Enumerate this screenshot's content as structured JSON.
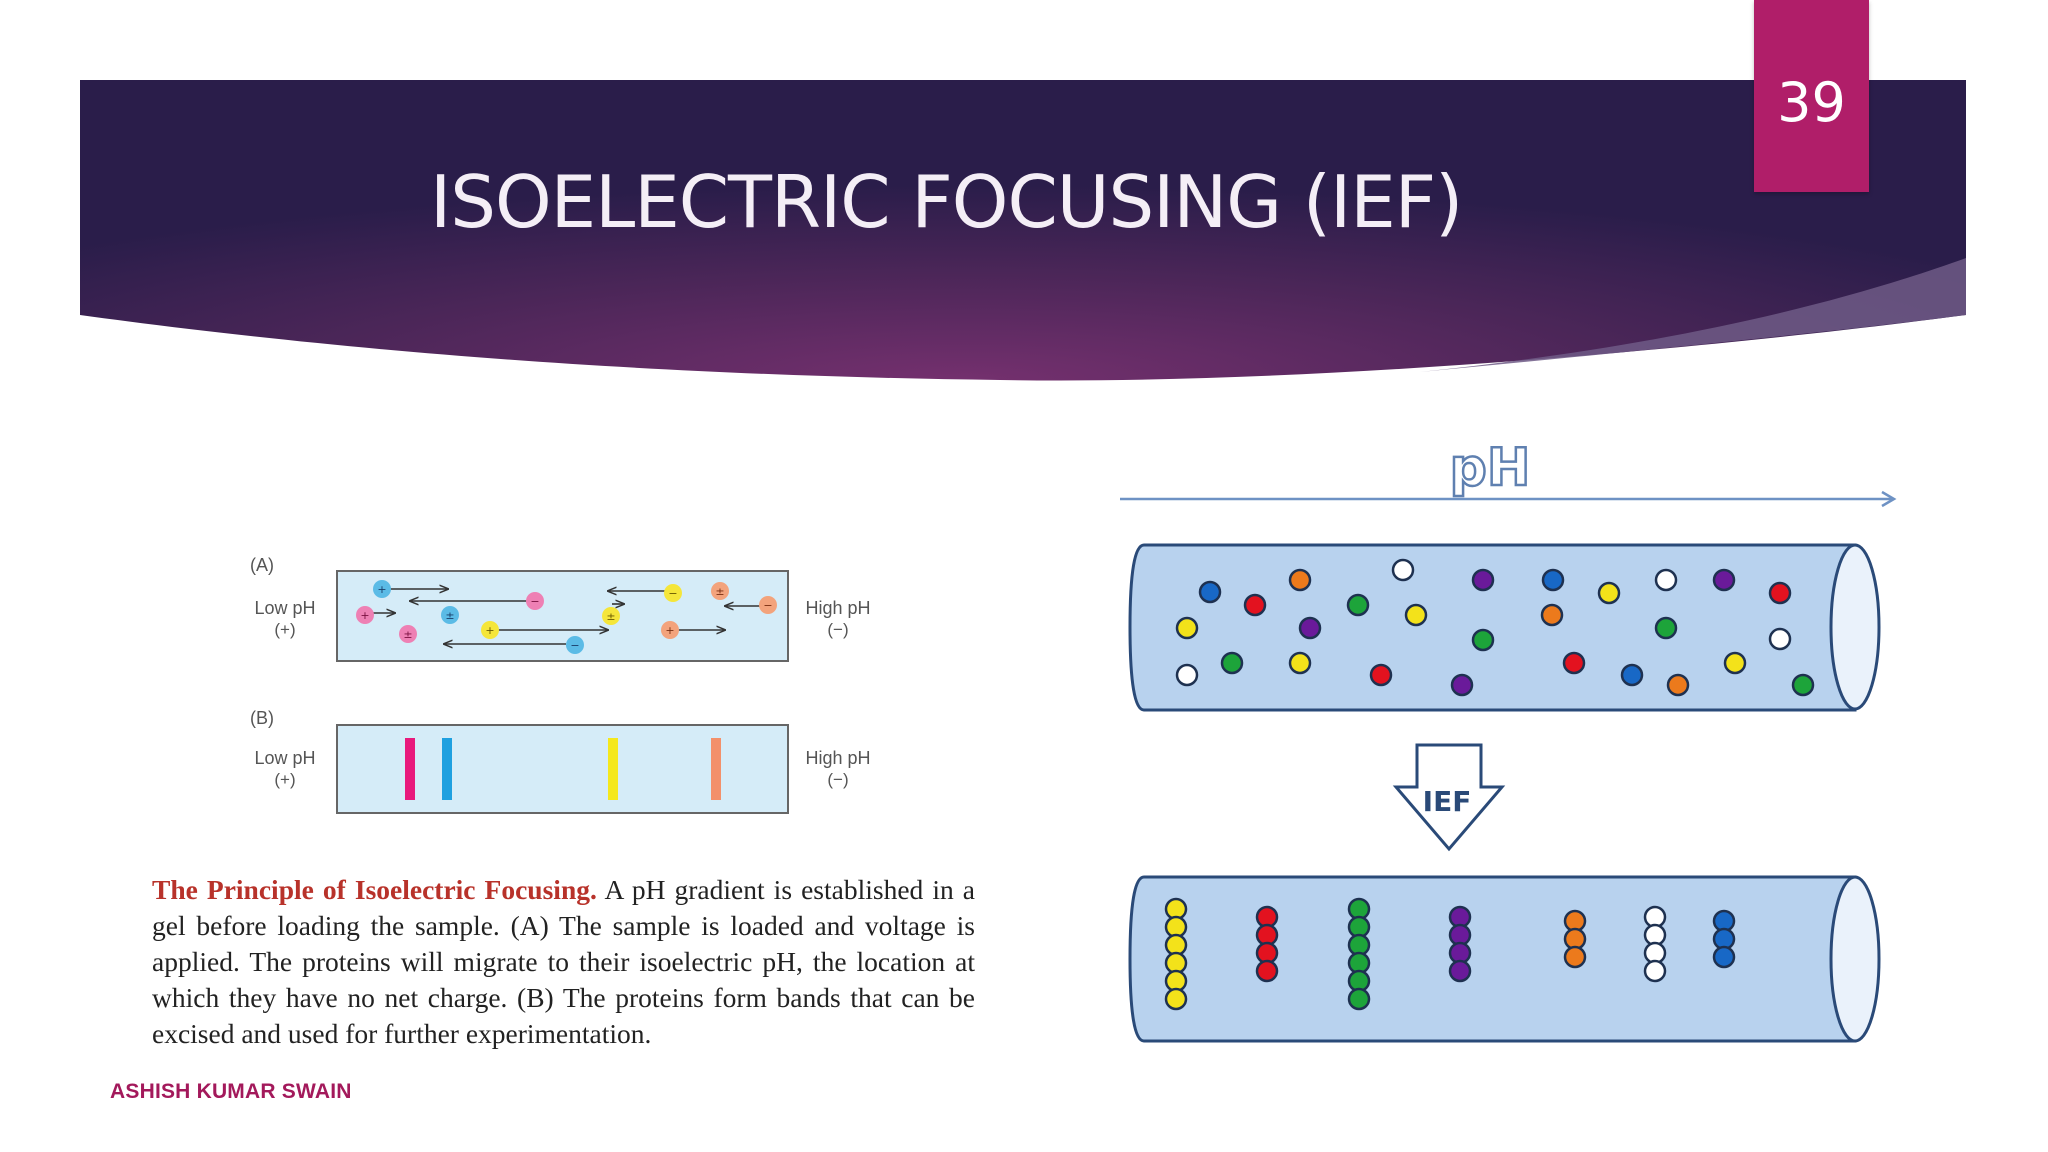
{
  "slide": {
    "number": "39",
    "title": "ISOELECTRIC FOCUSING (IEF)",
    "author": "ASHISH KUMAR SWAIN"
  },
  "figure_left": {
    "panel_a_label": "(A)",
    "panel_b_label": "(B)",
    "low_ph_label": "Low pH",
    "low_ph_sign": "(+)",
    "high_ph_label": "High pH",
    "high_ph_sign": "(−)",
    "band_colors": [
      "#e8197c",
      "#1ea0e0",
      "#f5e81c",
      "#f3906a"
    ]
  },
  "caption": {
    "title": "The Principle of Isoelectric Focusing.",
    "body": "A pH gradient is established in a gel before loading the sample. (A) The sample is loaded and voltage is applied. The proteins will migrate to their isoelectric pH, the location at which they have no net charge. (B) The proteins form bands that can be excised and used for further experimentation."
  },
  "figure_right": {
    "axis_label": "pH",
    "arrow_label": "IEF",
    "protein_colors": {
      "yellow": "#f3e21a",
      "red": "#e3121f",
      "green": "#1da43a",
      "purple": "#6a1a9a",
      "orange": "#ec7a1c",
      "white": "#ffffff",
      "blue": "#1868c6"
    },
    "bands_after_ief": [
      {
        "color": "yellow",
        "count": 6
      },
      {
        "color": "red",
        "count": 4
      },
      {
        "color": "green",
        "count": 6
      },
      {
        "color": "purple",
        "count": 4
      },
      {
        "color": "orange",
        "count": 3
      },
      {
        "color": "white",
        "count": 4
      },
      {
        "color": "blue",
        "count": 3
      }
    ]
  },
  "colors": {
    "banner_dark": "#2a1d4a",
    "banner_mid": "#6a2a6c",
    "accent": "#b01e69"
  }
}
